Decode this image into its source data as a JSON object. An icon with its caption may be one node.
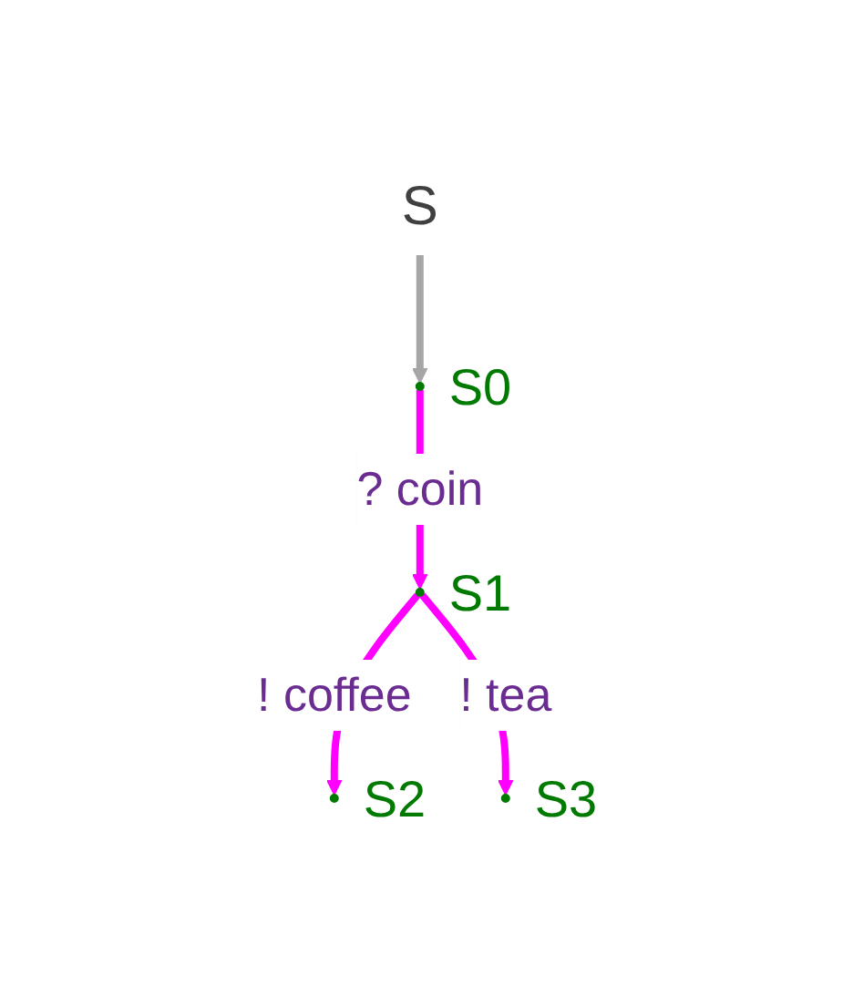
{
  "diagram": {
    "nodes": [
      {
        "text": [
          "S"
        ]
      },
      {
        "text": [],
        "shape": "circle",
        "beside": [
          "S0"
        ]
      },
      {
        "text": [],
        "shape": "circle",
        "beside": [
          "S1"
        ]
      },
      {
        "text": [],
        "shape": "circle",
        "beside": [
          "S2"
        ]
      },
      {
        "text": [],
        "shape": "circle",
        "beside": [
          "S3"
        ]
      }
    ],
    "edges": [
      {
        "from": 0,
        "to": 1,
        "arrow": "to",
        "color": "#a6a6a6"
      },
      {
        "from": 1,
        "to": 2,
        "arrow": "to",
        "label": "? coin"
      },
      {
        "from": 2,
        "to": 3,
        "arrow": "to",
        "label": "! coffee"
      },
      {
        "from": 2,
        "to": 4,
        "arrow": "to",
        "label": "! tea"
      }
    ]
  }
}
